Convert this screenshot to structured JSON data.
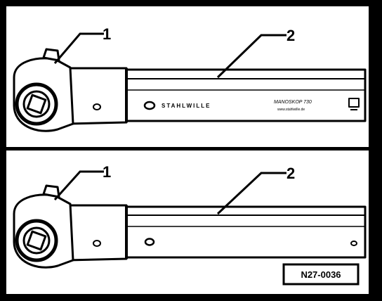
{
  "panels": [
    {
      "id": "top",
      "callouts": [
        {
          "label": "1"
        },
        {
          "label": "2"
        }
      ],
      "brand": "STAHLWILLE",
      "handle_text_1": "MANOSKOP 730",
      "handle_text_2": "www.stahlwille.de"
    },
    {
      "id": "bottom",
      "callouts": [
        {
          "label": "1"
        },
        {
          "label": "2"
        }
      ]
    }
  ],
  "figure_id": "N27-0036",
  "colors": {
    "ink": "#000000",
    "paper": "#ffffff"
  }
}
